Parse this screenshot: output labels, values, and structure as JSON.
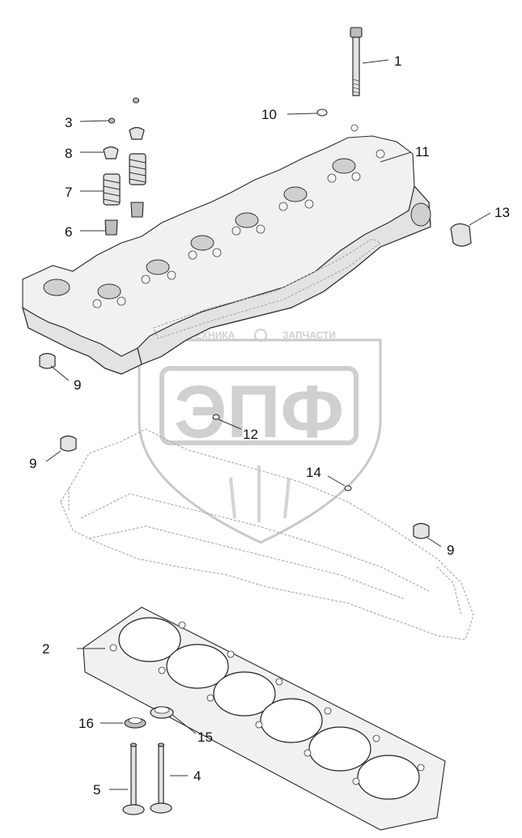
{
  "callouts": [
    {
      "id": "c1",
      "label": "1"
    },
    {
      "id": "c2",
      "label": "2"
    },
    {
      "id": "c3",
      "label": "3"
    },
    {
      "id": "c4",
      "label": "4"
    },
    {
      "id": "c5",
      "label": "5"
    },
    {
      "id": "c6",
      "label": "6"
    },
    {
      "id": "c7",
      "label": "7"
    },
    {
      "id": "c8",
      "label": "8"
    },
    {
      "id": "c9a",
      "label": "9"
    },
    {
      "id": "c9b",
      "label": "9"
    },
    {
      "id": "c9c",
      "label": "9"
    },
    {
      "id": "c10",
      "label": "10"
    },
    {
      "id": "c11",
      "label": "11"
    },
    {
      "id": "c12",
      "label": "12"
    },
    {
      "id": "c13",
      "label": "13"
    },
    {
      "id": "c14",
      "label": "14"
    },
    {
      "id": "c15",
      "label": "15"
    },
    {
      "id": "c16",
      "label": "16"
    }
  ],
  "watermark": {
    "brand": "ЭПФ",
    "caption_left": "ТЕХНИКА",
    "caption_right": "ЗАПЧАСТИ"
  }
}
